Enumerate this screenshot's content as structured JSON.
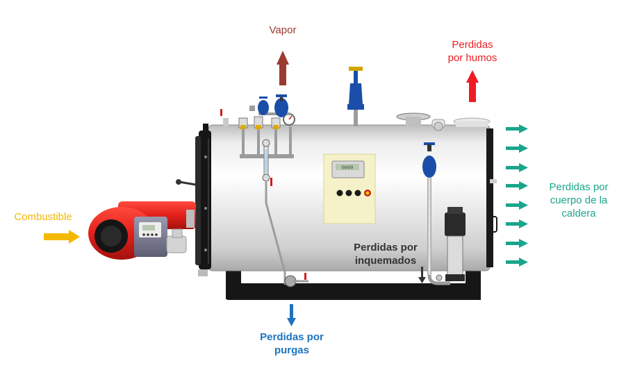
{
  "labels": {
    "vapor": "Vapor",
    "humos": "Perdidas\npor humos",
    "combustible": "Combustible",
    "cuerpo": "Perdidas por\ncuerpo de la\ncaldera",
    "inquemados": "Perdidas por\ninquemados",
    "purgas": "Perdidas por\npurgas"
  },
  "panel": {
    "display": "0000"
  },
  "colors": {
    "vapor": "#9a3b30",
    "humos": "#ee1c24",
    "combustible": "#f5b800",
    "cuerpo": "#1aa58c",
    "inquemados": "#333333",
    "purgas": "#1e73be",
    "boiler_body": "#e6e6e6",
    "burner": "#e3201b",
    "valve": "#1b4ea8",
    "panel": "#f5f1c8",
    "frame": "#161616"
  }
}
